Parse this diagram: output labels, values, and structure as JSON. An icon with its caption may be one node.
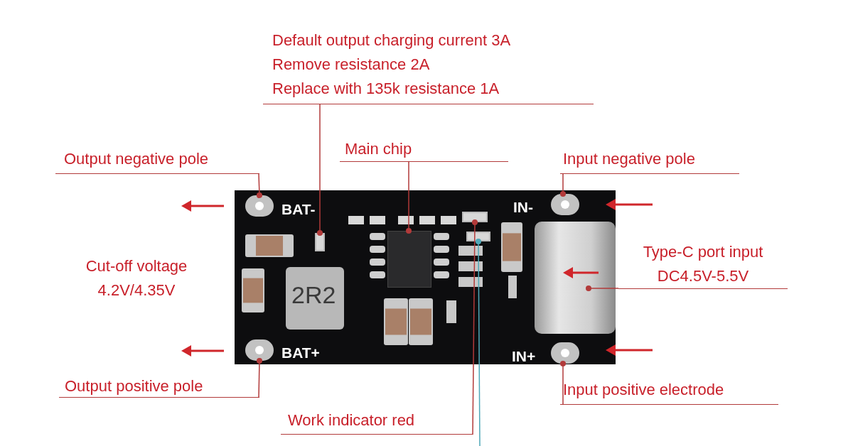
{
  "diagram": {
    "nodes": [
      {
        "text": [
          "Default output charging current 3A",
          "Remove resistance 2A",
          "Replace with 135k resistance 1A"
        ]
      },
      {
        "text": [
          "Main chip"
        ]
      },
      {
        "text": [
          "Output negative pole"
        ]
      },
      {
        "text": [
          "Input negative pole"
        ]
      },
      {
        "text": [
          "Type-C port input",
          "DC4.5V-5.5V"
        ]
      },
      {
        "text": [
          "Output positive pole"
        ]
      },
      {
        "text": [
          "Input positive electrode"
        ]
      },
      {
        "text": [
          "Work indicator red"
        ]
      },
      {
        "text": [],
        "shape": "picture"
      },
      {
        "text": [],
        "shape": "box",
        "in": 8
      },
      {
        "text": [],
        "shape": "box",
        "in": 8
      },
      {
        "text": [],
        "shape": "circle",
        "in": 8
      },
      {
        "text": [],
        "shape": "circle",
        "in": 8
      },
      {
        "text": [],
        "shape": "box",
        "in": 8
      },
      {
        "text": [],
        "shape": "circle",
        "in": 8
      },
      {
        "text": [],
        "shape": "circle",
        "in": 8
      },
      {
        "text": [],
        "shape": "box",
        "in": 8
      },
      {
        "text": [],
        "shape": "box",
        "in": 8
      }
    ],
    "edges": [
      {
        "from": 0,
        "to": 9,
        "arrow": "other"
      },
      {
        "from": 1,
        "to": 10,
        "arrow": "other"
      },
      {
        "from": 2,
        "to": 11,
        "arrow": "other"
      },
      {
        "from": 3,
        "to": 12,
        "arrow": "other"
      },
      {
        "from": 4,
        "to": 13,
        "arrow": "other"
      },
      {
        "from": 5,
        "to": 14,
        "arrow": "other"
      },
      {
        "from": 6,
        "to": 15,
        "arrow": "other"
      },
      {
        "from": 7,
        "to": 16,
        "arrow": "other"
      },
      {
        "from": null,
        "to": 17,
        "arrow": "other",
        "color": "#4fa8b8"
      }
    ],
    "labels": [
      "Cut-off voltage 4.2V/4.35V",
      "BAT-",
      "BAT+",
      "IN-",
      "IN+",
      "2R2"
    ]
  }
}
